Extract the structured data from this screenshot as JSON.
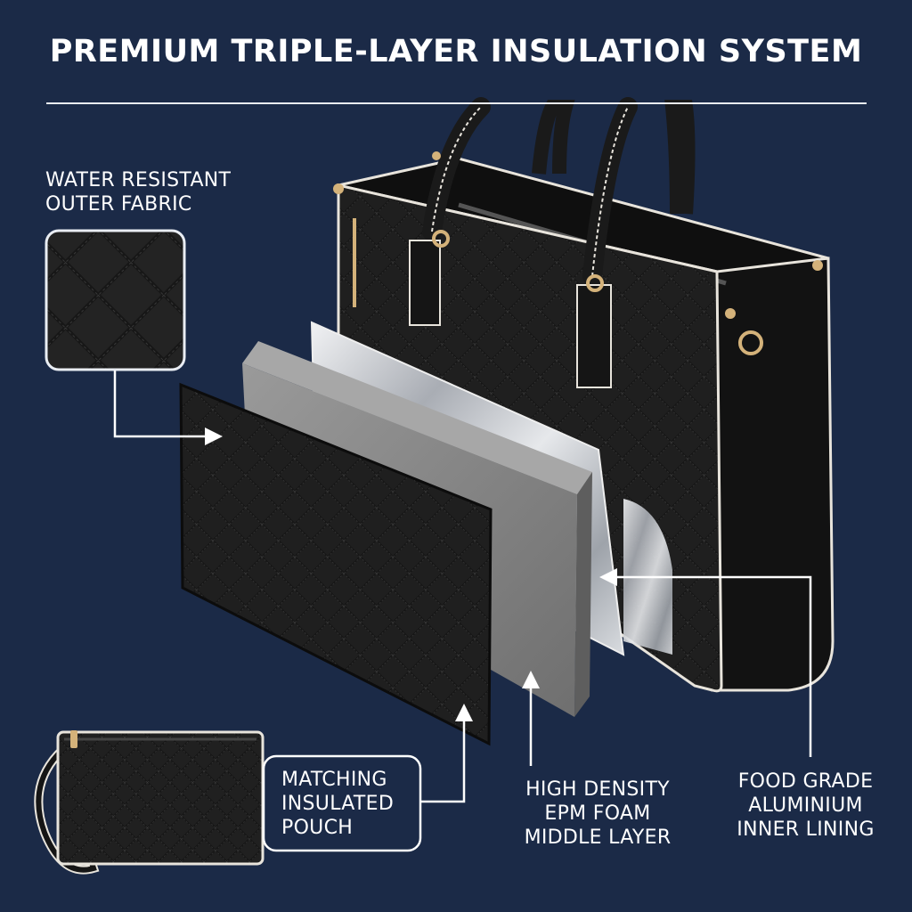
{
  "header": {
    "title": "PREMIUM TRIPLE-LAYER INSULATION SYSTEM"
  },
  "callouts": {
    "outer_fabric": {
      "line1": "WATER RESISTANT",
      "line2": "OUTER FABRIC"
    },
    "pouch": {
      "line1": "MATCHING",
      "line2": "INSULATED",
      "line3": "POUCH"
    },
    "foam": {
      "line1": "HIGH DENSITY",
      "line2": "EPM FOAM",
      "line3": "MIDDLE LAYER"
    },
    "lining": {
      "line1": "FOOD GRADE",
      "line2": "ALUMINIUM",
      "line3": "INNER LINING"
    }
  },
  "colors": {
    "background": "#1b2a47",
    "bag": "#141414",
    "outline": "#e8e4dc",
    "hardware_gold": "#d4b27a",
    "foam_gray": "#8a8a8a",
    "foil_silver": "#c9ccd1"
  },
  "icons": [
    "quilted-fabric-swatch-icon",
    "tote-bag-icon",
    "foam-layer-icon",
    "foil-layer-icon",
    "wristlet-pouch-icon",
    "arrow-icon"
  ]
}
